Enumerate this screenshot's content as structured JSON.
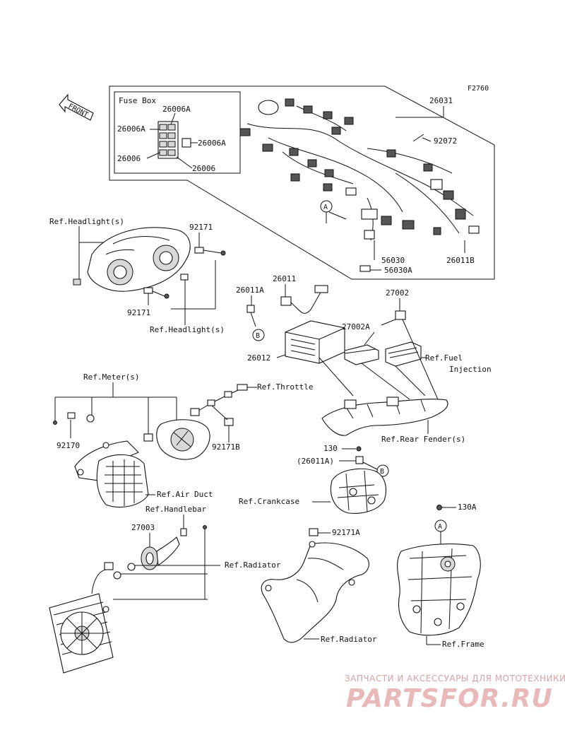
{
  "figure_code": "F2760",
  "front_arrow": {
    "text": "FRONT"
  },
  "fuse_box": {
    "title": "Fuse Box",
    "labels": [
      "26006A",
      "26006A",
      "26006A",
      "26006",
      "26006"
    ]
  },
  "callouts": {
    "harness": "26031",
    "bolt_92072": "92072",
    "sensor_56030": "56030",
    "sensor_56030a": "56030A",
    "lead_26011b": "26011B",
    "headlight_clip_top": "92171",
    "headlight_clip_bottom": "92171",
    "lead_26011a": "26011A",
    "lead_26011": "26011",
    "relay_27002": "27002",
    "relay_27002a": "27002A",
    "battery_case": "26012",
    "meter_bolt": "92170",
    "throttle_clip": "92171B",
    "bolt_130": "130",
    "lead_26011a_paren": "(26011A)",
    "horn": "27003",
    "clip_92171a": "92171A",
    "bolt_130a": "130A",
    "marker_a1": "A",
    "marker_a2": "A",
    "marker_b1": "B",
    "marker_b2": "B"
  },
  "references": {
    "headlight_top": "Ref.Headlight(s)",
    "headlight_bottom": "Ref.Headlight(s)",
    "fuel_injection_1": "Ref.Fuel",
    "fuel_injection_2": "Injection",
    "meter": "Ref.Meter(s)",
    "throttle": "Ref.Throttle",
    "rear_fender": "Ref.Rear Fender(s)",
    "air_duct": "Ref.Air Duct",
    "handlebar": "Ref.Handlebar",
    "crankcase": "Ref.Crankcase",
    "radiator_1": "Ref.Radiator",
    "radiator_2": "Ref.Radiator",
    "frame": "Ref.Frame"
  },
  "watermark": {
    "tagline": "ЗАПЧАСТИ И АКСЕССУАРЫ ДЛЯ МОТОТЕХНИКИ",
    "brand": "PARTSFOR.RU"
  }
}
